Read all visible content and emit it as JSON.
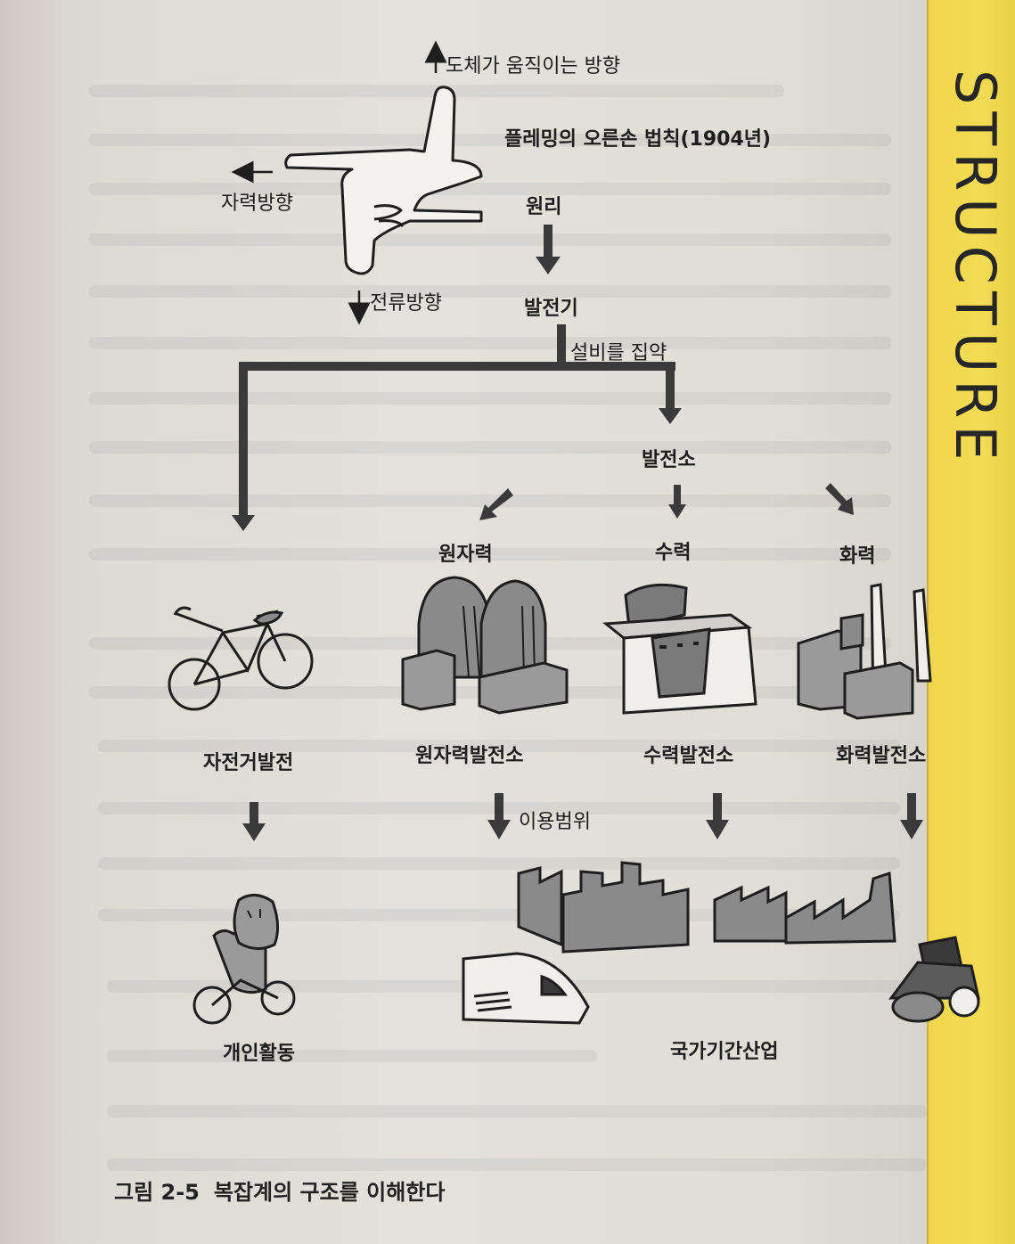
{
  "top_arrow_label": "도체가 움직이는 방향",
  "law_title": "플레밍의 오른손 법칙(1904년)",
  "force_label": "자력방향",
  "principle_label": "원리",
  "current_label": "전류방향",
  "generator_label": "발전기",
  "consolidate_label": "설비를 집약",
  "plant_label": "발전소",
  "types": {
    "nuclear": "원자력",
    "hydro": "수력",
    "thermal": "화력"
  },
  "plants": {
    "bicycle": "자전거발전",
    "nuclear": "원자력발전소",
    "hydro": "수력발전소",
    "thermal": "화력발전소"
  },
  "usage_label": "이용범위",
  "personal_label": "개인활동",
  "industry_label": "국가기간산업",
  "side_tab": "STRUCTURE",
  "caption": {
    "number": "그림 2-5",
    "title": "복잡계의 구조를 이해한다"
  },
  "colors": {
    "tab": "#f2d94f",
    "ink": "#1e1e1e",
    "fill_gray": "#8a8a8a"
  },
  "icons": [
    "hand-icon",
    "bicycle-icon",
    "nuclear-plant-icon",
    "dam-icon",
    "thermal-plant-icon",
    "cyclist-icon",
    "city-icon",
    "factory-icon",
    "train-icon",
    "roller-icon"
  ]
}
